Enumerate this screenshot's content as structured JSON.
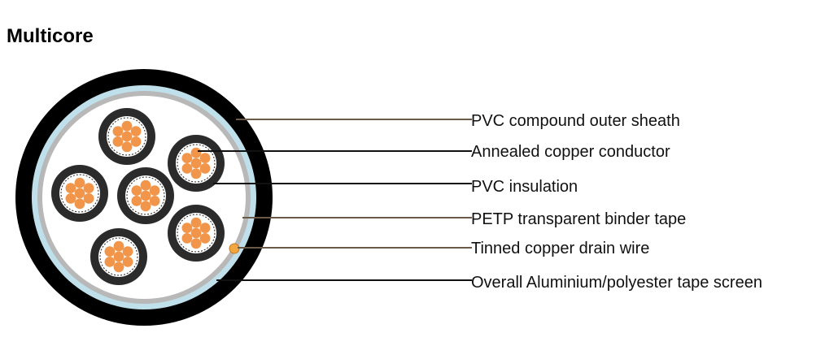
{
  "title": "Multicore",
  "colors": {
    "sheath": "#000000",
    "screen_tape": "#bfe0ea",
    "binder_tape": "#b8b8b8",
    "filler": "#ffffff",
    "insulation": "#2b2b2b",
    "conductor": "#f0954a",
    "drain_wire": "#f2a640",
    "leader_brown": "#6b5a48",
    "leader_black": "#111111"
  },
  "labels": [
    {
      "id": "outer-sheath",
      "text": "PVC compound outer sheath"
    },
    {
      "id": "conductor",
      "text": "Annealed copper conductor"
    },
    {
      "id": "insulation",
      "text": "PVC insulation"
    },
    {
      "id": "binder-tape",
      "text": "PETP transparent binder tape"
    },
    {
      "id": "drain-wire",
      "text": "Tinned copper drain wire"
    },
    {
      "id": "screen",
      "text": "Overall Aluminium/polyester tape screen"
    }
  ]
}
